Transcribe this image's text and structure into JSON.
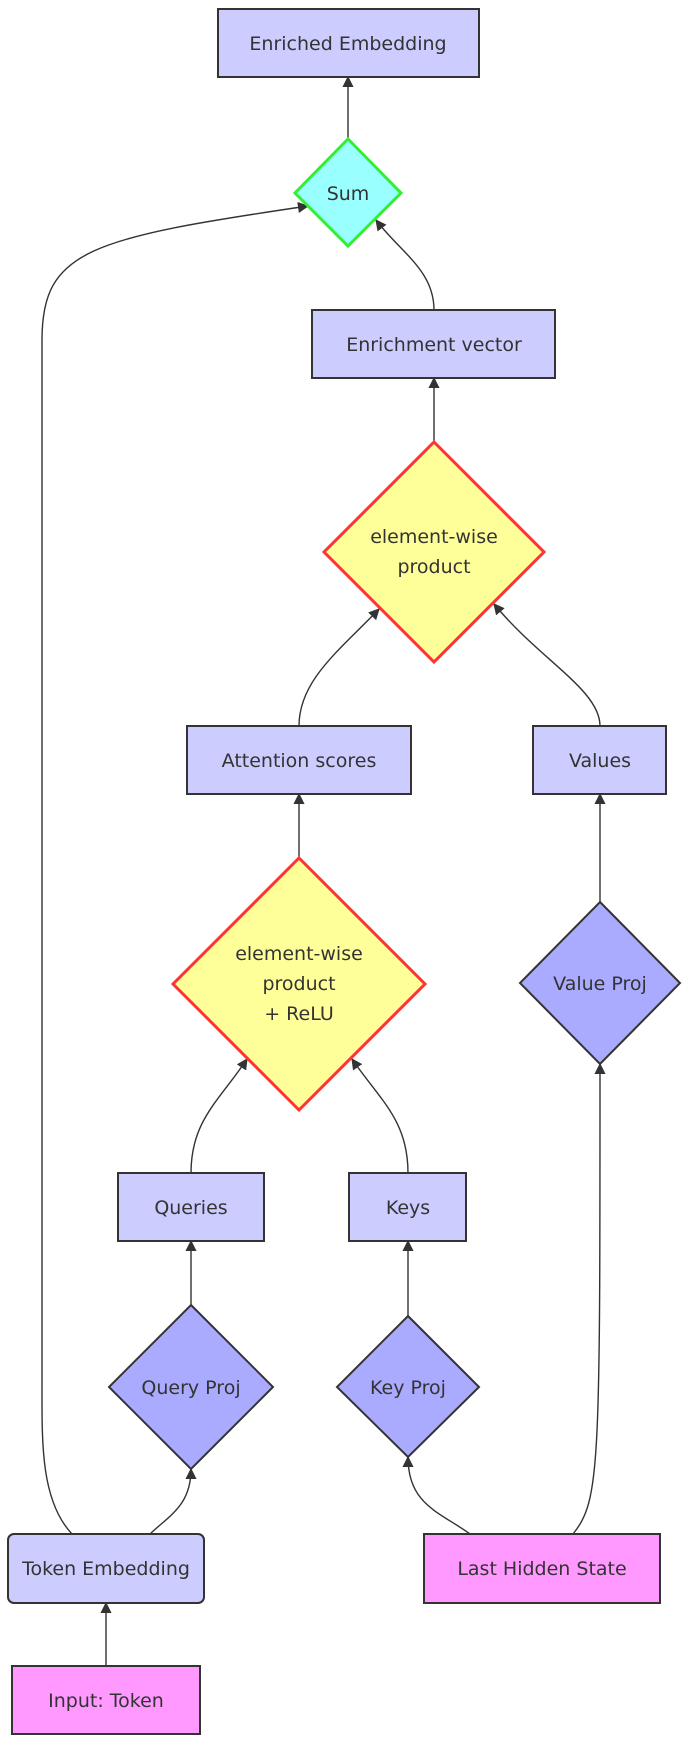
{
  "nodes": {
    "enriched_embedding": "Enriched Embedding",
    "sum": "Sum",
    "enrichment_vector": "Enrichment vector",
    "product_top": [
      "element-wise",
      "product"
    ],
    "attention_scores": "Attention scores",
    "values": "Values",
    "product_bottom": [
      "element-wise",
      "product",
      "+ ReLU"
    ],
    "value_proj": "Value Proj",
    "queries": "Queries",
    "keys": "Keys",
    "query_proj": "Query Proj",
    "key_proj": "Key Proj",
    "token_embedding": "Token Embedding",
    "last_hidden_state": "Last Hidden State",
    "input_token": "Input: Token"
  },
  "colors": {
    "box_fill": "#ccccff",
    "projection_fill": "#aaaaff",
    "input_fill": "#ff99ff",
    "product_fill": "#ffff99",
    "product_stroke": "#ff3333",
    "sum_fill": "#99ffff",
    "sum_stroke": "#33ee33"
  }
}
